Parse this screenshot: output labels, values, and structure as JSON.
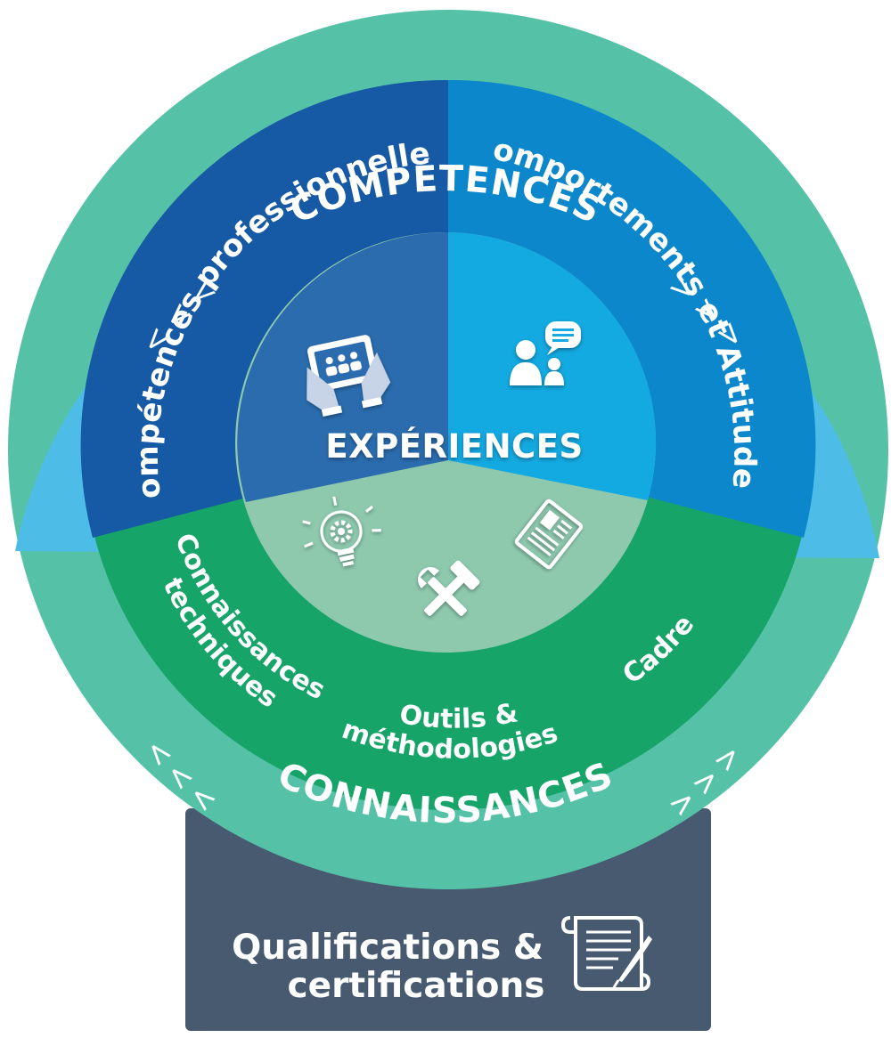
{
  "outer_ring": {
    "top_label": "COMPÉTENCES",
    "bottom_label": "CONNAISSANCES",
    "arrows_left": "<<<",
    "arrows_right": ">>>"
  },
  "segments": {
    "top_left": "Compétences professionnelles",
    "top_right": "Comportements et Attitudes",
    "bottom_left_line1": "Connaissances",
    "bottom_left_line2": "techniques",
    "bottom_middle_line1": "Outils &",
    "bottom_middle_line2": "méthodologies",
    "bottom_right": "Cadre"
  },
  "center": {
    "title": "EXPÉRIENCES"
  },
  "base": {
    "line1": "Qualifications &",
    "line2": "certifications"
  },
  "icons": [
    "tablet-hands-icon",
    "people-chat-icon",
    "lightbulb-gear-icon",
    "document-icon",
    "tools-icon",
    "scroll-quill-icon"
  ],
  "colors": {
    "outer_top": "#4dbde8",
    "outer_bottom": "#55c2a7",
    "seg_top_left": "#1659a4",
    "seg_top_right": "#0c87cb",
    "seg_bottom": "#17a469",
    "center_top_left": "#2a6cae",
    "center_top_right": "#13a9e1",
    "center_bottom": "#8ec9ae",
    "base": "#475a70"
  }
}
